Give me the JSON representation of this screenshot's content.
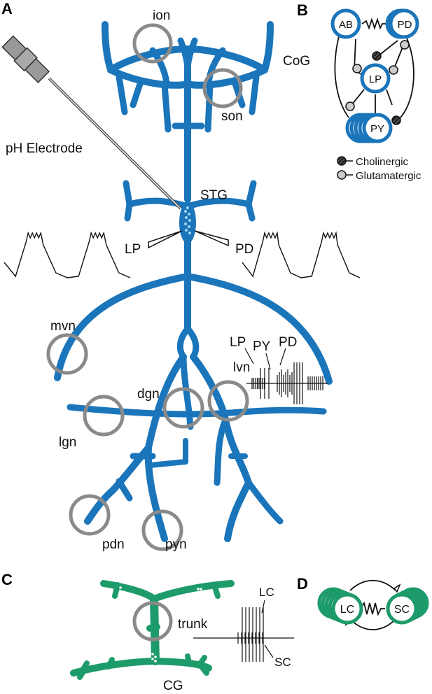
{
  "colors": {
    "nerve_blue": "#1a75bb",
    "nerve_green": "#1e9b6b",
    "ring_gray": "#8a8a8a",
    "electrode_gray": "#aaaaaa",
    "trace_black": "#111111"
  },
  "panels": {
    "a": "A",
    "b": "B",
    "c": "C",
    "d": "D"
  },
  "panel_a": {
    "labels": {
      "ion": "ion",
      "cog": "CoG",
      "son": "son",
      "ph_electrode": "pH Electrode",
      "stg": "STG",
      "lp": "LP",
      "pd": "PD",
      "mvn": "mvn",
      "dgn": "dgn",
      "lvn": "lvn",
      "lgn": "lgn",
      "pdn": "pdn",
      "pyn": "pyn",
      "trace_lp": "LP",
      "trace_py": "PY",
      "trace_pd": "PD"
    }
  },
  "panel_b": {
    "neurons": {
      "ab": "AB",
      "pd": "PD",
      "lp": "LP",
      "py": "PY"
    },
    "legend": {
      "cholinergic": "Cholinergic",
      "glutamatergic": "Glutamatergic"
    }
  },
  "panel_c": {
    "labels": {
      "trunk": "trunk",
      "cg": "CG",
      "lc": "LC",
      "sc": "SC"
    }
  },
  "panel_d": {
    "neurons": {
      "lc": "LC",
      "sc": "SC"
    }
  }
}
